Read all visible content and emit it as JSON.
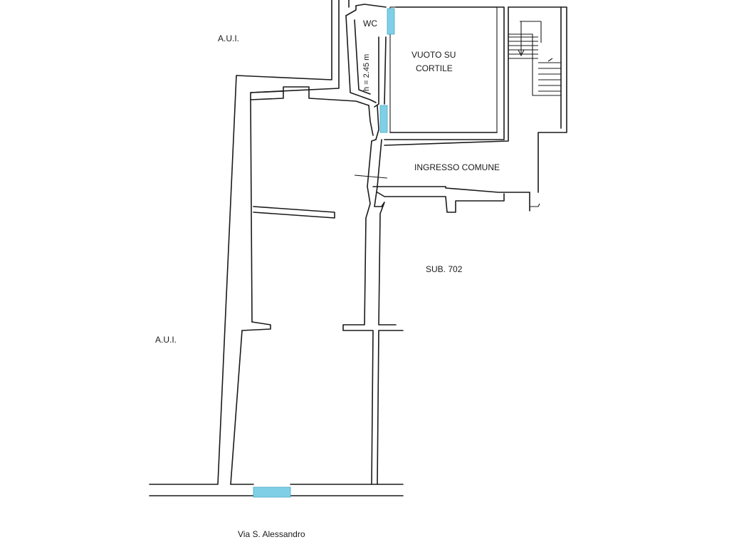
{
  "labels": {
    "aui_top": "A.U.I.",
    "aui_left": "A.U.I.",
    "wc": "WC",
    "height": "h = 2.45 m",
    "vuoto_line1": "VUOTO SU",
    "vuoto_line2": "CORTILE",
    "ingresso": "INGRESSO COMUNE",
    "sub": "SUB. 702",
    "street": "Via S. Alessandro"
  },
  "colors": {
    "wall": "#1a1a1a",
    "window": "#7fd0e6"
  }
}
